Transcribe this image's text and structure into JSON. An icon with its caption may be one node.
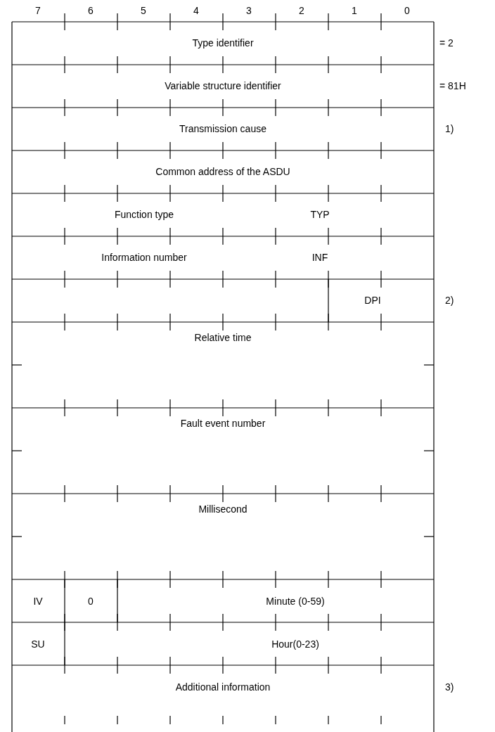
{
  "diagram": {
    "labels": [
      "7",
      "6",
      "5",
      "4",
      "3",
      "2",
      "1",
      "0",
      "Type identifier",
      "= 2",
      "Variable structure identifier",
      "= 81H",
      "Transmission cause",
      "1)",
      "Common address of the ASDU",
      "Function type",
      "TYP",
      "Information number",
      "INF",
      "DPI",
      "2)",
      "Relative time",
      "Fault event number",
      "Millisecond",
      "IV",
      "0",
      "Minute (0-59)",
      "SU",
      "Hour(0-23)",
      "Additional information",
      "3)"
    ]
  }
}
